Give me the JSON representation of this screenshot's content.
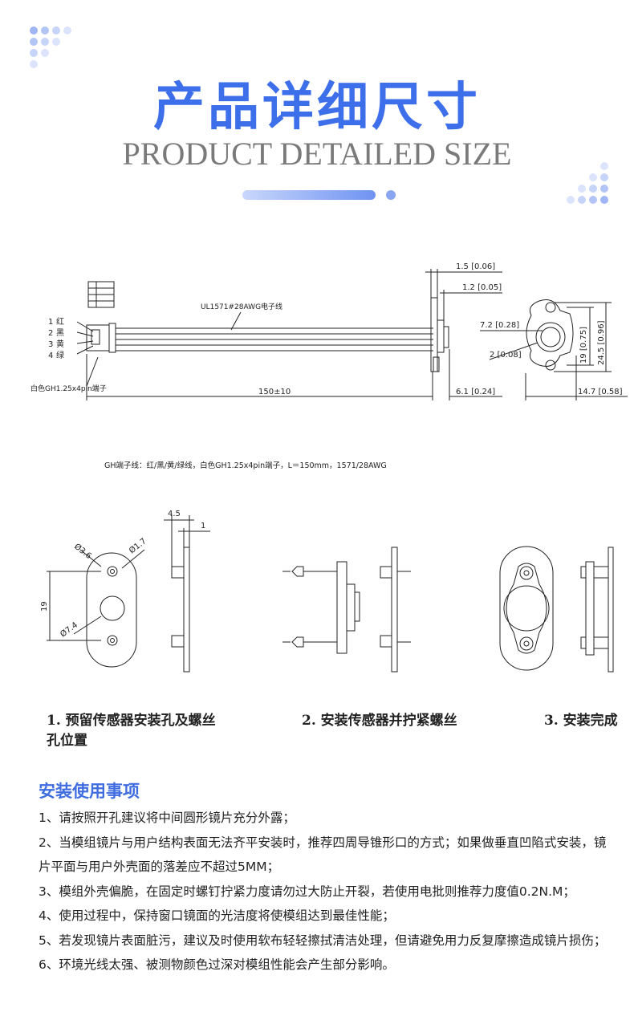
{
  "header": {
    "title_cn": "产品详细尺寸",
    "title_en": "PRODUCT DETAILED SIZE"
  },
  "drawing": {
    "cable_label": "UL1571#28AWG电子线",
    "wires": [
      {
        "num": "1",
        "color": "红"
      },
      {
        "num": "2",
        "color": "黑"
      },
      {
        "num": "3",
        "color": "黄"
      },
      {
        "num": "4",
        "color": "绿"
      }
    ],
    "connector_label": "白色GH1.25x4pin端子",
    "dim_length": "150±10",
    "dim_1_5": "1.5 [0.06]",
    "dim_1_2": "1.2 [0.05]",
    "dim_6_1": "6.1 [0.24]",
    "dim_7_2": "7.2 [0.28]",
    "dim_2": "2 [0.08]",
    "dim_19": "19 [0.75]",
    "dim_24_5": "24.5 [0.96]",
    "dim_14_7": "14.7 [0.58]",
    "spec_note": "GH端子线：红/黑/黄/绿线，白色GH1.25x4pin端子，L＝150mm，1571/28AWG",
    "mount_dim_4_5": "4.5",
    "mount_dim_1": "1",
    "mount_dim_3_6": "Ø3.6",
    "mount_dim_1_7": "Ø1.7",
    "mount_dim_7_4": "Ø7.4",
    "mount_dim_19": "19"
  },
  "steps": {
    "step1_line1": "1. 预留传感器安装孔及螺丝",
    "step1_line2": "孔位置",
    "step2": "2. 安装传感器并拧紧螺丝",
    "step3": "3. 安装完成"
  },
  "notes": {
    "title": "安装使用事项",
    "items": [
      "1、请按照开孔建议将中间圆形镜片充分外露；",
      "2、当模组镜片与用户结构表面无法齐平安装时，推荐四周导锥形口的方式；如果做垂直凹陷式安装，镜片平面与用户外壳面的落差应不超过5MM；",
      "3、模组外壳偏脆，在固定时螺钉拧紧力度请勿过大防止开裂，若使用电批则推荐力度值0.2N.M；",
      "4、使用过程中，保持窗口镜面的光洁度将使模组达到最佳性能；",
      "5、若发现镜片表面脏污，建议及时使用软布轻轻擦拭清洁处理，但请避免用力反复摩擦造成镜片损伤；",
      "6、环境光线太强、被测物颜色过深对模组性能会产生部分影响。"
    ]
  },
  "colors": {
    "accent": "#3e6fea",
    "subtitle": "#7a7a7a",
    "dot_light": "#dbe4fb",
    "dot_mid": "#aabff6"
  }
}
